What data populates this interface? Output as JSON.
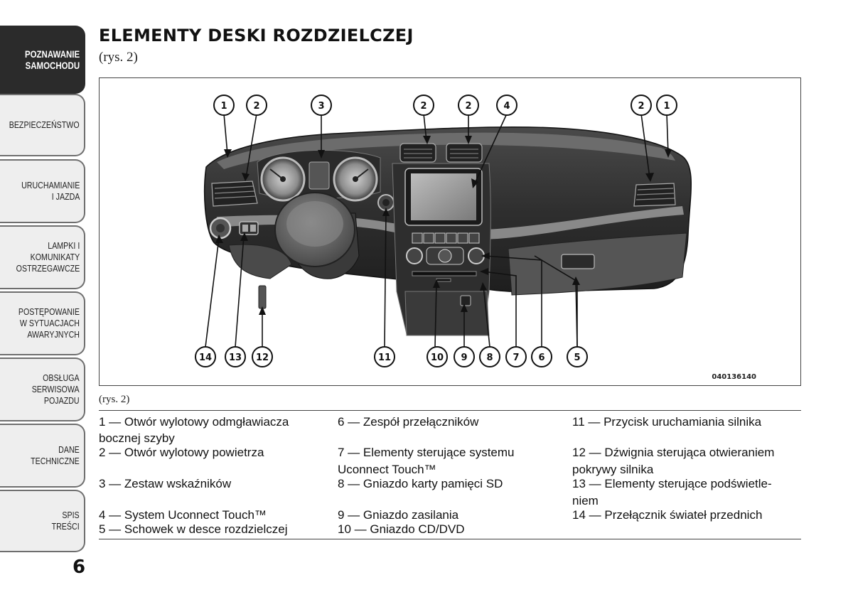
{
  "sidebar": {
    "tabs": [
      {
        "label": "POZNAWANIE\nSAMOCHODU",
        "active": true
      },
      {
        "label": "BEZPIECZEŃSTWO",
        "active": false
      },
      {
        "label": "URUCHAMIANIE\nI JAZDA",
        "active": false
      },
      {
        "label": "LAMPKI I\nKOMUNIKATY\nOSTRZEGAWCZE",
        "active": false
      },
      {
        "label": "POSTĘPOWANIE\nW SYTUACJACH\nAWARYJNYCH",
        "active": false
      },
      {
        "label": "OBSŁUGA\nSERWISOWA\nPOJAZDU",
        "active": false
      },
      {
        "label": "DANE\nTECHNICZNE",
        "active": false
      },
      {
        "label": "SPIS\nTREŚCI",
        "active": false
      }
    ]
  },
  "page": {
    "title": "ELEMENTY DESKI ROZDZIELCZEJ",
    "subtitle": "(rys.  2)",
    "number": "6"
  },
  "figure": {
    "code": "040136140",
    "caption": "(rys. 2)",
    "callouts_top": [
      "1",
      "2",
      "3",
      "2",
      "2",
      "4",
      "2",
      "1"
    ],
    "callouts_bottom": [
      "14",
      "13",
      "12",
      "11",
      "10",
      "9",
      "8",
      "7",
      "6",
      "5"
    ]
  },
  "legend": {
    "col1": [
      "1 — Otwór wylotowy odmgławiacza",
      "bocznej szyby",
      "2 — Otwór wylotowy powietrza",
      "3 — Zestaw wskaźników",
      "4 — System Uconnect Touch™",
      "5 — Schowek w desce rozdzielczej"
    ],
    "col2": [
      "6 — Zespół przełączników",
      "7 — Elementy sterujące systemu",
      "Uconnect Touch™",
      "8 — Gniazdo karty pamięci SD",
      "9 — Gniazdo zasilania",
      "10 — Gniazdo CD/DVD"
    ],
    "col3": [
      "11 — Przycisk uruchamiania silnika",
      "12 — Dźwignia sterująca otwieraniem",
      "pokrywy silnika",
      "13 — Elementy sterujące podświetle-",
      "niem",
      "14 — Przełącznik świateł przednich"
    ]
  },
  "colors": {
    "tab_active": "#2b2b2b",
    "tab_inactive": "#eeeeee",
    "dashboard_dark": "#3a3a3a",
    "dashboard_mid": "#6a6a6a",
    "dashboard_light": "#9a9a9a"
  }
}
